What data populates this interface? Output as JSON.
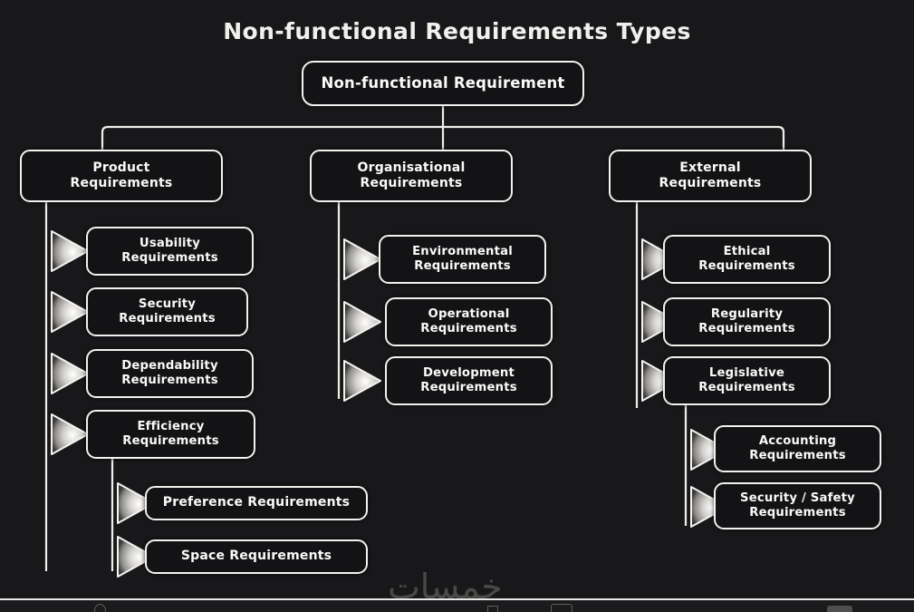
{
  "title": "Non-functional Requirements Types",
  "watermark": "خمسات",
  "theme": {
    "background": "#18181a",
    "node_fill": "#131315",
    "node_border": "#f4f2ee",
    "text": "#fbfaf7",
    "connector": "#f0eeea",
    "arrow_highlight": "#ffffff",
    "watermark_color": "#4b4947"
  },
  "root": {
    "id": "non-functional-requirement",
    "label": "Non-functional Requirement"
  },
  "branches": [
    {
      "id": "product-requirements",
      "label": "Product\nRequirements",
      "children": [
        {
          "id": "usability-requirements",
          "label": "Usability\nRequirements"
        },
        {
          "id": "security-requirements",
          "label": "Security\nRequirements"
        },
        {
          "id": "dependability-requirements",
          "label": "Dependability\nRequirements"
        },
        {
          "id": "efficiency-requirements",
          "label": "Efficiency\nRequirements",
          "children": [
            {
              "id": "preference-requirements",
              "label": "Preference Requirements"
            },
            {
              "id": "space-requirements",
              "label": "Space Requirements"
            }
          ]
        }
      ]
    },
    {
      "id": "organisational-requirements",
      "label": "Organisational\nRequirements",
      "children": [
        {
          "id": "environmental-requirements",
          "label": "Environmental\nRequirements"
        },
        {
          "id": "operational-requirements",
          "label": "Operational\nRequirements"
        },
        {
          "id": "development-requirements",
          "label": "Development\nRequirements"
        }
      ]
    },
    {
      "id": "external-requirements",
      "label": "External\nRequirements",
      "children": [
        {
          "id": "ethical-requirements",
          "label": "Ethical\nRequirements"
        },
        {
          "id": "regularity-requirements",
          "label": "Regularity\nRequirements"
        },
        {
          "id": "legislative-requirements",
          "label": "Legislative\nRequirements",
          "children": [
            {
              "id": "accounting-requirements",
              "label": "Accounting\nRequirements"
            },
            {
              "id": "security-safety-requirements",
              "label": "Security / Safety\nRequirements"
            }
          ]
        }
      ]
    }
  ]
}
